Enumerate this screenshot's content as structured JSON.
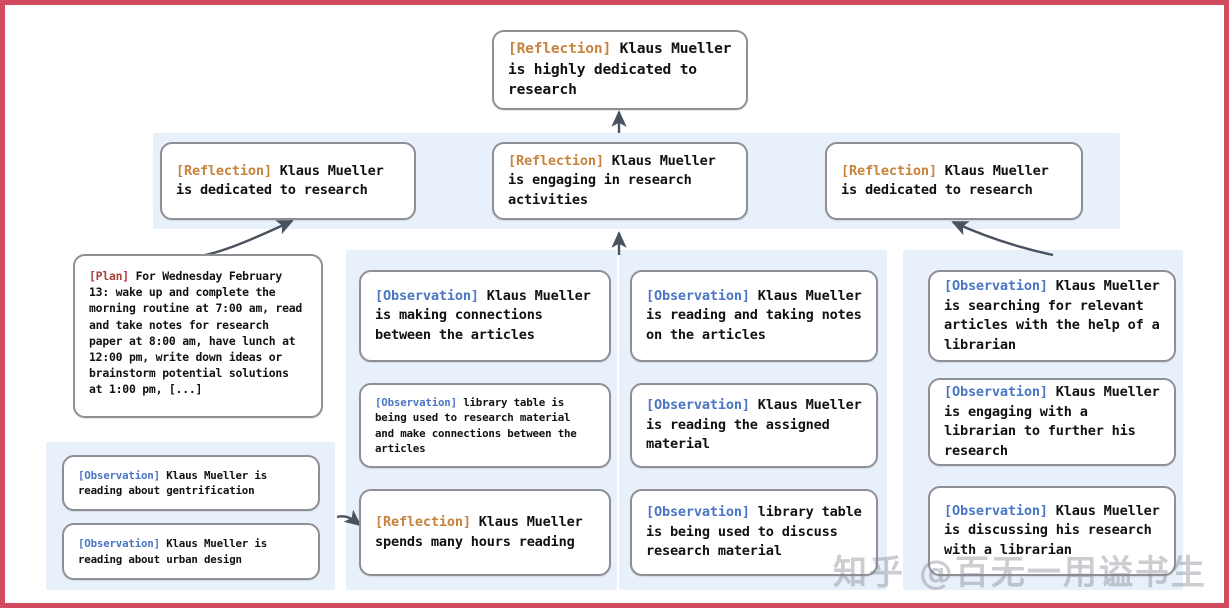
{
  "colors": {
    "frame_border": "#d24a5e",
    "band_blue": "#e8f0fb",
    "box_border": "#8e9095",
    "box_fill": "#ffffff",
    "tag_reflection": "#c8833c",
    "tag_observation": "#4a76c4",
    "tag_plan": "#a8413c",
    "text": "#111111",
    "arrow": "#4a5260"
  },
  "tags": {
    "reflection": "[Reflection]",
    "observation": "[Observation]",
    "plan": "[Plan]"
  },
  "nodes": {
    "top_reflection": {
      "tag": "[Reflection]",
      "text": " Klaus Mueller is highly dedicated to research"
    },
    "mid_reflection_left": {
      "tag": "[Reflection]",
      "text": " Klaus Mueller is dedicated to research"
    },
    "mid_reflection_center": {
      "tag": "[Reflection]",
      "text": " Klaus Mueller is engaging in research activities"
    },
    "mid_reflection_right": {
      "tag": "[Reflection]",
      "text": " Klaus Mueller is dedicated to research"
    },
    "plan_box": {
      "tag": "[Plan]",
      "text": " For Wednesday February 13: wake up and complete the morning routine at 7:00 am, read and take notes for research paper at 8:00 am, have lunch at 12:00 pm, write down ideas or brainstorm potential solutions at 1:00 pm, [...]"
    },
    "left_obs_1": {
      "tag": "[Observation]",
      "text": " Klaus Mueller is reading about gentrification"
    },
    "left_obs_2": {
      "tag": "[Observation]",
      "text": " Klaus Mueller is reading about urban design"
    },
    "col1_obs_1": {
      "tag": "[Observation]",
      "text": " Klaus Mueller is making connections between the articles"
    },
    "col1_obs_2": {
      "tag": "[Observation]",
      "text": " library table is being used to research material and make connections between the articles"
    },
    "col1_reflection": {
      "tag": "[Reflection]",
      "text": " Klaus Mueller spends many hours reading"
    },
    "col2_obs_1": {
      "tag": "[Observation]",
      "text": " Klaus Mueller is reading and taking notes on the articles"
    },
    "col2_obs_2": {
      "tag": "[Observation]",
      "text": " Klaus Mueller is reading the assigned material"
    },
    "col2_obs_3": {
      "tag": "[Observation]",
      "text": " library table is being used to discuss research material"
    },
    "col3_obs_1": {
      "tag": "[Observation]",
      "text": " Klaus Mueller is searching for relevant articles with the help of a librarian"
    },
    "col3_obs_2": {
      "tag": "[Observation]",
      "text": " Klaus Mueller is engaging with a librarian to further his research"
    },
    "col3_obs_3": {
      "tag": "[Observation]",
      "text": " Klaus Mueller is discussing his research with a librarian"
    }
  },
  "watermark": {
    "text": "知乎 @百无一用谥书生"
  }
}
